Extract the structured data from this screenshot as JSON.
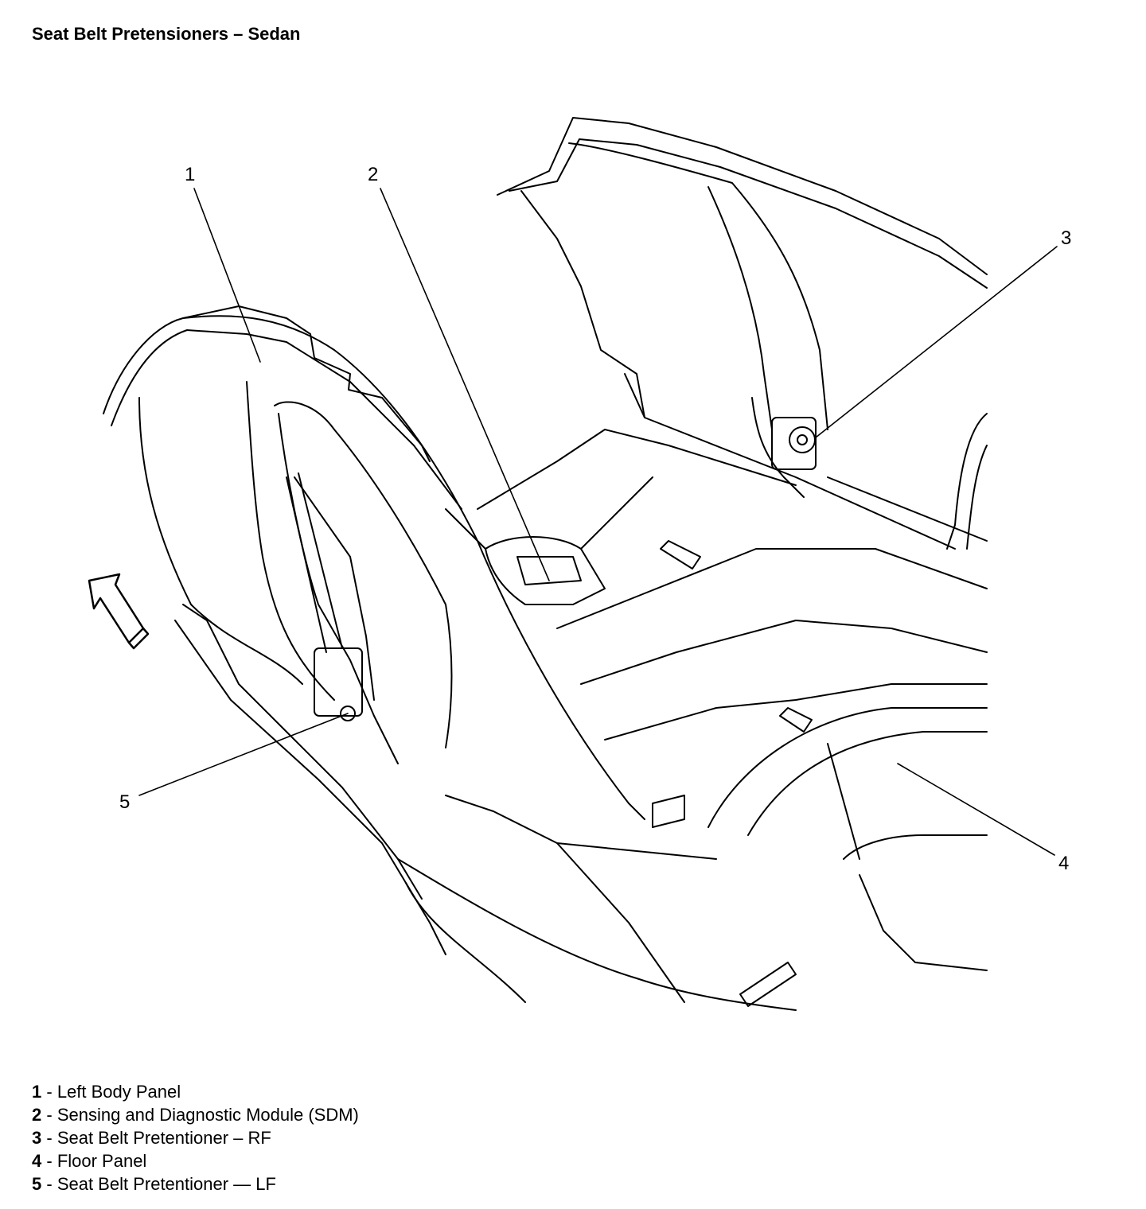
{
  "title": "Seat Belt Pretensioners – Sedan",
  "callouts": [
    {
      "number": "1",
      "label": "Left Body Panel"
    },
    {
      "number": "2",
      "label": "Sensing and Diagnostic Module (SDM)"
    },
    {
      "number": "3",
      "label": "Seat Belt Pretentioner – RF"
    },
    {
      "number": "4",
      "label": "Floor Panel"
    },
    {
      "number": "5",
      "label": "Seat Belt Pretentioner — LF"
    }
  ],
  "legend_separator": " - "
}
